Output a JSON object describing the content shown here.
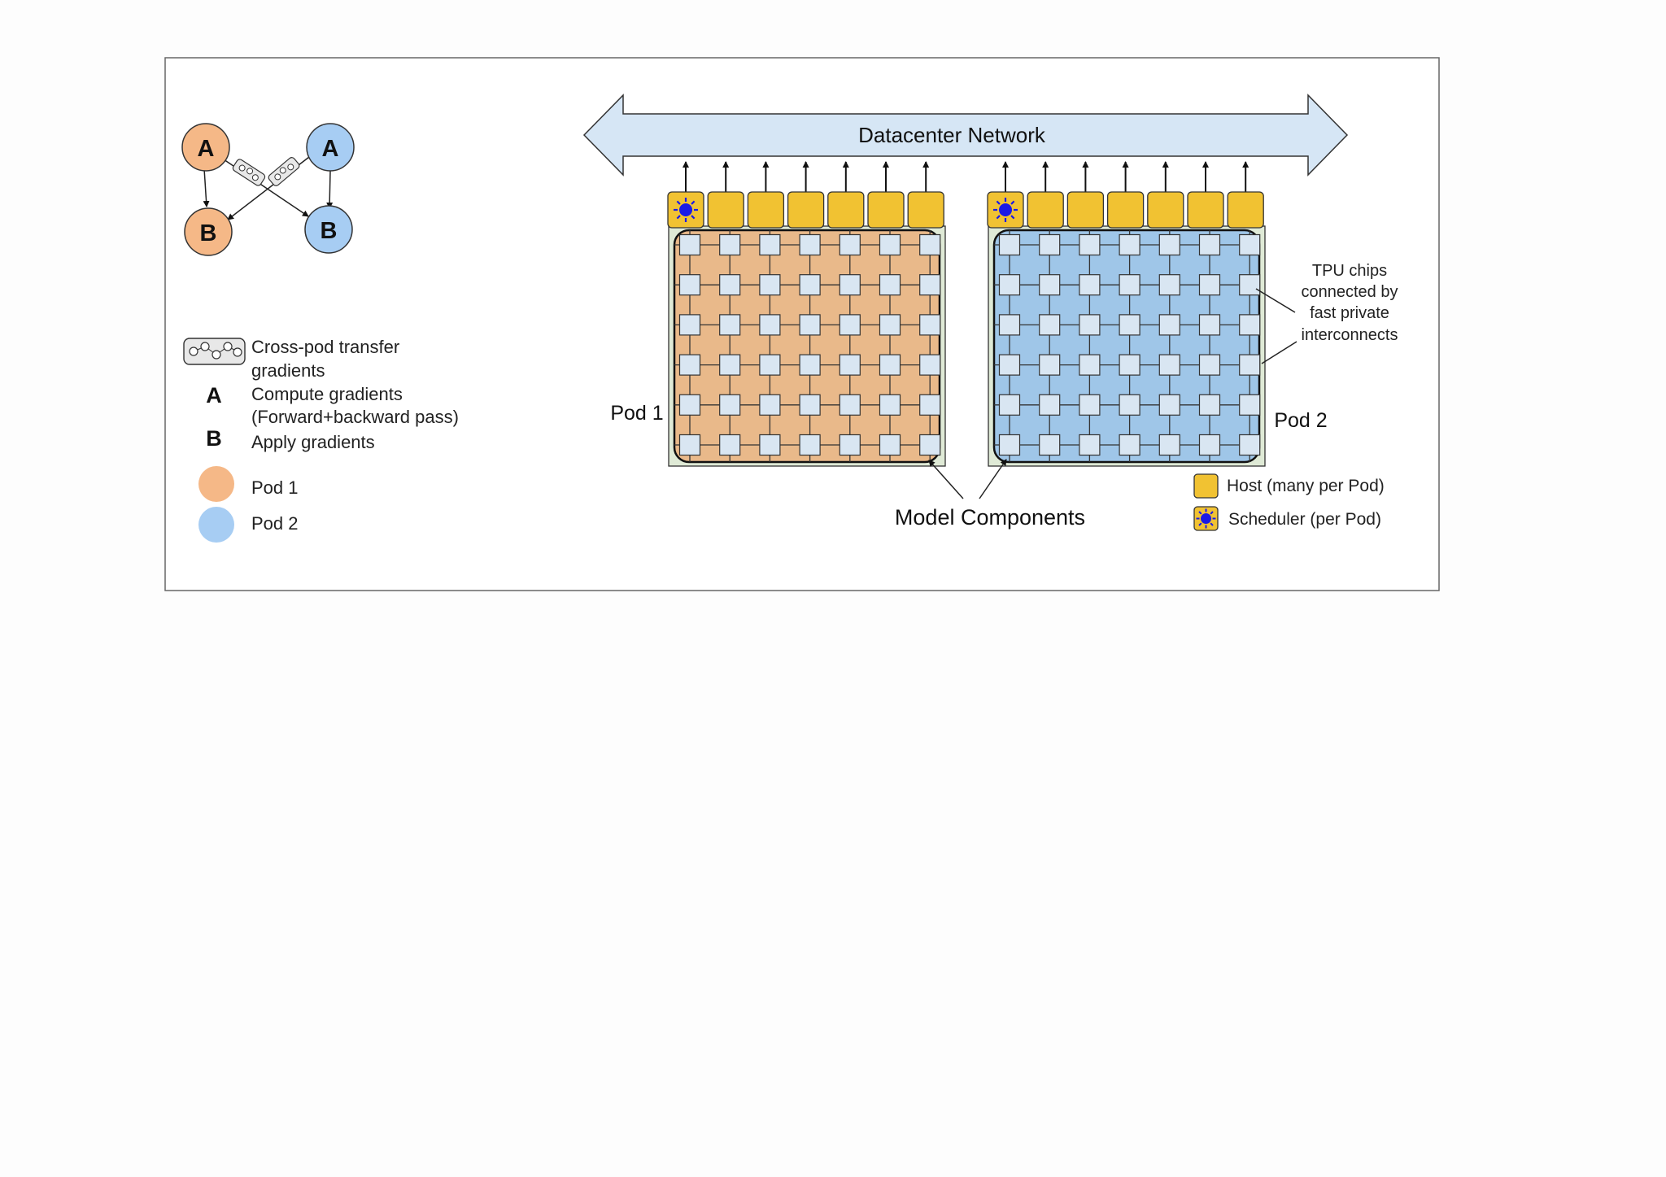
{
  "diagram": {
    "network_label": "Datacenter Network",
    "node_a_label": "A",
    "node_b_label": "B",
    "pods": [
      {
        "label": "Pod 1",
        "fill": "#e9b98a",
        "host_count": 7,
        "grid_rows": 6,
        "grid_cols": 7
      },
      {
        "label": "Pod 2",
        "fill": "#9fc6e8",
        "host_count": 7,
        "grid_rows": 6,
        "grid_cols": 7
      }
    ],
    "chip_fill": "#d9e6f2",
    "host_fill": "#f1c232",
    "scheduler_fill": "#1a1ae6",
    "network_fill": "#d6e6f5",
    "board_fill": "#dfead6",
    "model_components_label": "Model Components",
    "tpu_note": [
      "TPU chips",
      "connected by",
      "fast private",
      "interconnects"
    ],
    "host_legend": "Host (many per Pod)",
    "scheduler_legend": "Scheduler (per Pod)"
  },
  "legend": {
    "transfer_label": [
      "Cross-pod transfer",
      "gradients"
    ],
    "a_symbol": "A",
    "a_label": [
      "Compute gradients",
      "(Forward+backward pass)"
    ],
    "b_symbol": "B",
    "b_label": "Apply gradients",
    "pod1_label": "Pod 1",
    "pod2_label": "Pod 2",
    "pod1_color": "#f5b887",
    "pod2_color": "#a7cdf3"
  }
}
